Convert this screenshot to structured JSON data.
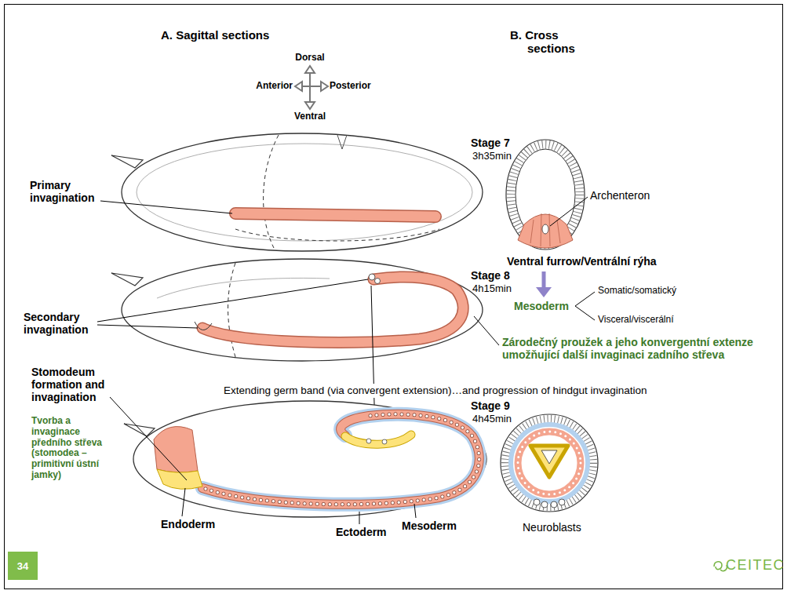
{
  "diagram": {
    "nodes": [
      {
        "text": [
          "34"
        ]
      }
    ],
    "labels": [
      "A. Sagittal sections",
      "B. Cross sections",
      "Dorsal",
      "Anterior",
      "Posterior",
      "Ventral",
      "Stage 7",
      "3h35min",
      "Primary invagination",
      "Archenteron",
      "Ventral furrow/Ventrální rýha",
      "Mesoderm",
      "Somatic/somatický",
      "Visceral/viscerální",
      "Stage 8",
      "4h15min",
      "Secondary invagination",
      "Zárodečný proužek a jeho konvergentní extenze umožňující další invaginaci zadního střeva",
      "Stomodeum formation and invagination",
      "Tvorba a invaginace předního střeva (stomodea – primitivní ústní jamky)",
      "Extending germ band (via convergent extension)…and progression of hindgut invagination",
      "Stage 9",
      "4h45min",
      "Endoderm",
      "Ectoderm",
      "Mesoderm",
      "Neuroblasts",
      "CEITEC"
    ]
  }
}
